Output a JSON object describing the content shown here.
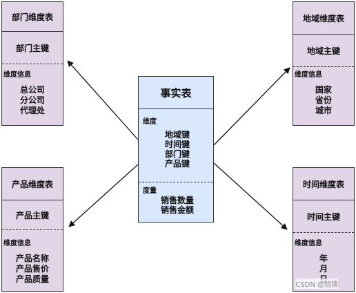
{
  "center": {
    "title": "事实表",
    "section1_label": "维度",
    "section1_items": [
      "地域键",
      "时间键",
      "部门键",
      "产品键"
    ],
    "section2_label": "度量",
    "section2_items": [
      "销售数量",
      "销售金额"
    ]
  },
  "dept": {
    "title": "部门维度表",
    "key": "部门主键",
    "info_label": "维度信息",
    "items": [
      "总公司",
      "分公司",
      "代理处"
    ]
  },
  "region": {
    "title": "地域维度表",
    "key": "地域主键",
    "info_label": "维度信息",
    "items": [
      "国家",
      "省份",
      "城市"
    ]
  },
  "product": {
    "title": "产品维度表",
    "key": "产品主键",
    "info_label": "维度信息",
    "items": [
      "产品名称",
      "产品售价",
      "产品质量"
    ]
  },
  "time": {
    "title": "时间维度表",
    "key": "时间主键",
    "info_label": "维度信息",
    "items": [
      "年",
      "月",
      "日"
    ]
  },
  "watermark": "CSDN @旭猿",
  "colors": {
    "dimension_fill": "#e1d5e7",
    "fact_fill": "#dae8fc",
    "stroke": "#333333"
  }
}
